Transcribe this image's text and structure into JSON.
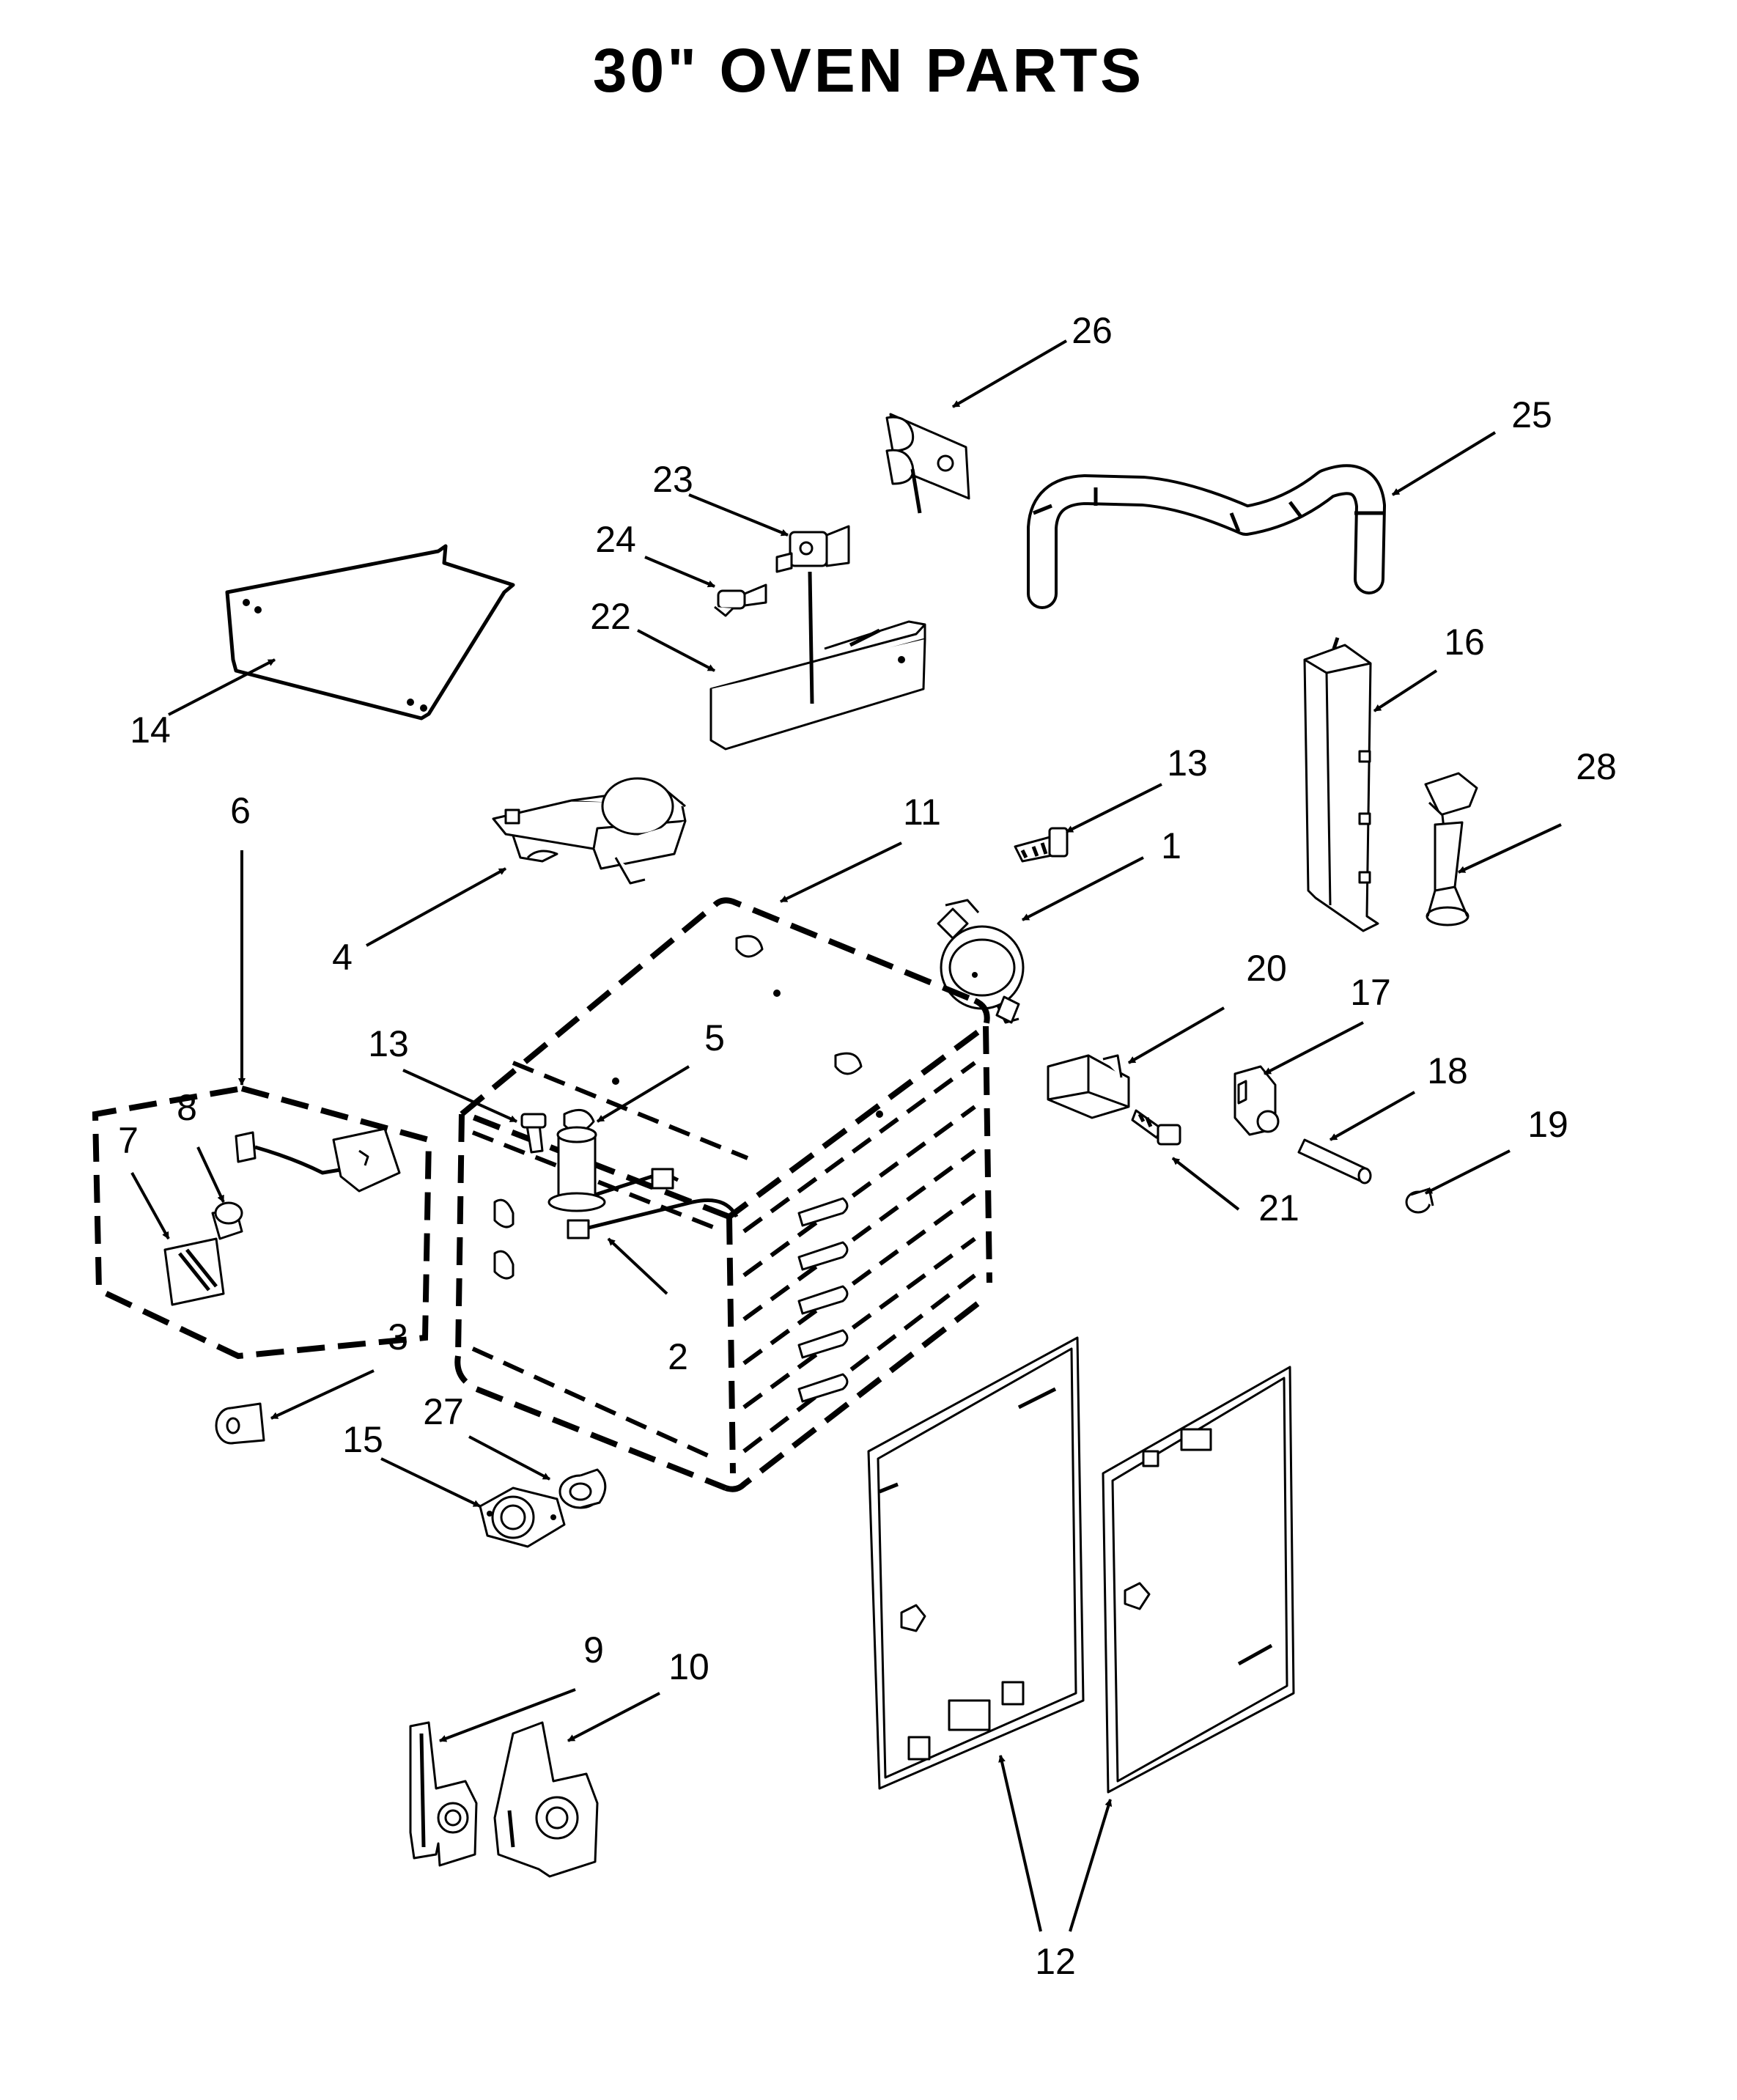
{
  "page": {
    "title": "30\" OVEN PARTS"
  },
  "callouts": [
    {
      "id": "c1",
      "label": "1"
    },
    {
      "id": "c2",
      "label": "2"
    },
    {
      "id": "c3",
      "label": "3"
    },
    {
      "id": "c4",
      "label": "4"
    },
    {
      "id": "c5",
      "label": "5"
    },
    {
      "id": "c6",
      "label": "6"
    },
    {
      "id": "c7",
      "label": "7"
    },
    {
      "id": "c8",
      "label": "8"
    },
    {
      "id": "c9",
      "label": "9"
    },
    {
      "id": "c10",
      "label": "10"
    },
    {
      "id": "c11",
      "label": "11"
    },
    {
      "id": "c12",
      "label": "12"
    },
    {
      "id": "c13a",
      "label": "13"
    },
    {
      "id": "c13b",
      "label": "13"
    },
    {
      "id": "c14",
      "label": "14"
    },
    {
      "id": "c15",
      "label": "15"
    },
    {
      "id": "c16",
      "label": "16"
    },
    {
      "id": "c17",
      "label": "17"
    },
    {
      "id": "c18",
      "label": "18"
    },
    {
      "id": "c19",
      "label": "19"
    },
    {
      "id": "c20",
      "label": "20"
    },
    {
      "id": "c21",
      "label": "21"
    },
    {
      "id": "c22",
      "label": "22"
    },
    {
      "id": "c23",
      "label": "23"
    },
    {
      "id": "c24",
      "label": "24"
    },
    {
      "id": "c25",
      "label": "25"
    },
    {
      "id": "c26",
      "label": "26"
    },
    {
      "id": "c27",
      "label": "27"
    },
    {
      "id": "c28",
      "label": "28"
    }
  ],
  "colors": {
    "line": "#000000",
    "background": "#ffffff"
  }
}
